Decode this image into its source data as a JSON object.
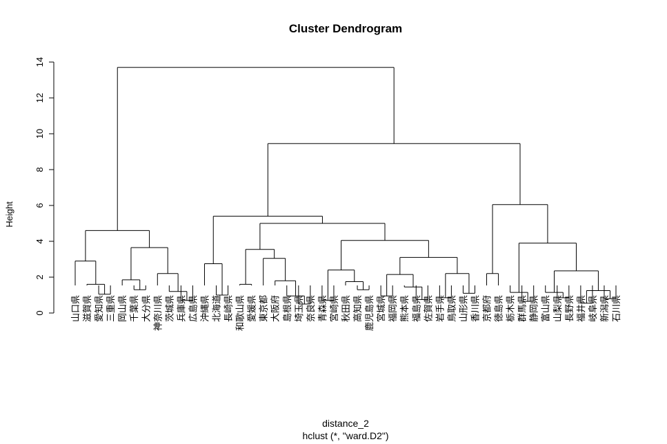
{
  "chart_data": {
    "type": "dendrogram",
    "title": "Cluster Dendrogram",
    "ylabel": "Height",
    "xlabel": "distance_2",
    "subtitle": "hclust (*, \"ward.D2\")",
    "ylim": [
      0,
      14
    ],
    "yticks": [
      "0",
      "2",
      "4",
      "6",
      "8",
      "10",
      "12",
      "14"
    ],
    "leaves": [
      "山口県",
      "滋賀県",
      "愛知県",
      "三重県",
      "岡山県",
      "千葉県",
      "大分県",
      "神奈川県",
      "茨城県",
      "兵庫県",
      "広島県",
      "沖縄県",
      "北海道",
      "長崎県",
      "和歌山県",
      "愛媛県",
      "東京都",
      "大阪府",
      "島根県",
      "埼玉県",
      "奈良県",
      "青森県",
      "宮崎県",
      "秋田県",
      "高知県",
      "鹿児島県",
      "宮城県",
      "福岡県",
      "熊本県",
      "福島県",
      "佐賀県",
      "岩手県",
      "鳥取県",
      "山形県",
      "香川県",
      "京都府",
      "徳島県",
      "栃木県",
      "群馬県",
      "静岡県",
      "富山県",
      "山梨県",
      "長野県",
      "福井県",
      "岐阜県",
      "新潟県",
      "石川県"
    ],
    "merges": [
      {
        "a": "L2",
        "b": "L3",
        "h": 1.05
      },
      {
        "a": "L1",
        "b": "M0",
        "h": 1.6
      },
      {
        "a": "L0",
        "b": "M1",
        "h": 2.9
      },
      {
        "a": "L5",
        "b": "L6",
        "h": 1.3
      },
      {
        "a": "L4",
        "b": "M3",
        "h": 1.85
      },
      {
        "a": "L9",
        "b": "L10",
        "h": 0.7
      },
      {
        "a": "L8",
        "b": "M5",
        "h": 1.2
      },
      {
        "a": "L7",
        "b": "M6",
        "h": 2.2
      },
      {
        "a": "M4",
        "b": "M7",
        "h": 3.65
      },
      {
        "a": "M2",
        "b": "M8",
        "h": 4.6
      },
      {
        "a": "L12",
        "b": "L13",
        "h": 1.0
      },
      {
        "a": "L11",
        "b": "M10",
        "h": 2.75
      },
      {
        "a": "L14",
        "b": "L15",
        "h": 1.6
      },
      {
        "a": "L19",
        "b": "L20",
        "h": 0.5
      },
      {
        "a": "L18",
        "b": "M13",
        "h": 0.95
      },
      {
        "a": "L17",
        "b": "M14",
        "h": 1.8
      },
      {
        "a": "L16",
        "b": "M15",
        "h": 3.05
      },
      {
        "a": "M12",
        "b": "M16",
        "h": 3.55
      },
      {
        "a": "L24",
        "b": "L25",
        "h": 1.3
      },
      {
        "a": "L23",
        "b": "M18",
        "h": 1.75
      },
      {
        "a": "L21",
        "b": "L22",
        "h": 0.7
      },
      {
        "a": "M20",
        "b": "M19",
        "h": 2.4
      },
      {
        "a": "L26",
        "b": "L27",
        "h": 0.95
      },
      {
        "a": "L29",
        "b": "L30",
        "h": 0.75
      },
      {
        "a": "L28",
        "b": "M23",
        "h": 1.45
      },
      {
        "a": "M22",
        "b": "M24",
        "h": 2.15
      },
      {
        "a": "L31",
        "b": "L32",
        "h": 0.85
      },
      {
        "a": "L33",
        "b": "L34",
        "h": 1.1
      },
      {
        "a": "M26",
        "b": "M27",
        "h": 2.2
      },
      {
        "a": "M25",
        "b": "M28",
        "h": 3.1
      },
      {
        "a": "M21",
        "b": "M29",
        "h": 4.05
      },
      {
        "a": "M17",
        "b": "M30",
        "h": 5.0
      },
      {
        "a": "M11",
        "b": "M31",
        "h": 5.4
      },
      {
        "a": "L35",
        "b": "L36",
        "h": 2.2
      },
      {
        "a": "L38",
        "b": "L39",
        "h": 0.65
      },
      {
        "a": "L37",
        "b": "M34",
        "h": 1.15
      },
      {
        "a": "L41",
        "b": "L42",
        "h": 0.85
      },
      {
        "a": "L40",
        "b": "M36",
        "h": 1.15
      },
      {
        "a": "L45",
        "b": "L46",
        "h": 0.8
      },
      {
        "a": "L43",
        "b": "L44",
        "h": 0.55
      },
      {
        "a": "M39",
        "b": "M38",
        "h": 1.25
      },
      {
        "a": "M37",
        "b": "M40",
        "h": 2.35
      },
      {
        "a": "M35",
        "b": "M41",
        "h": 3.9
      },
      {
        "a": "M33",
        "b": "M42",
        "h": 6.05
      },
      {
        "a": "M32",
        "b": "M43",
        "h": 9.45
      },
      {
        "a": "M9",
        "b": "M44",
        "h": 13.7
      }
    ]
  }
}
